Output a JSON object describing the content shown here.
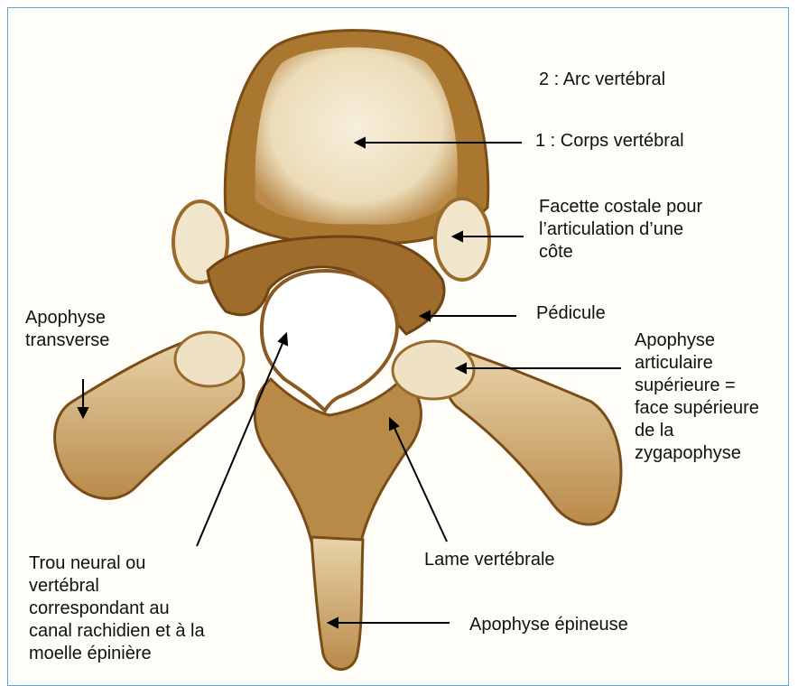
{
  "colors": {
    "frame_border": "#5aa6d6",
    "bone_light": "#f4e9cf",
    "bone_mid": "#c9a46a",
    "bone_dark": "#8a5a22",
    "label_text": "#111111"
  },
  "labels": {
    "arc_vertebral": "2 : Arc vertébral",
    "corps_vertebral": "1 : Corps vertébral",
    "facette_costale": "Facette costale pour\nl’articulation d’une\ncôte",
    "pedicule": "Pédicule",
    "apophyse_transverse": "Apophyse\ntransverse",
    "apophyse_articulaire": "Apophyse\narticulaire\nsupérieure =\nface supérieure\nde la\nzygapophyse",
    "trou_neural": "Trou neural  ou\nvertébral\ncorrespondant au\ncanal rachidien et à la\nmoelle épinière",
    "lame_vertebrale": "Lame vertébrale",
    "apophyse_epineuse": "Apophyse épineuse"
  }
}
